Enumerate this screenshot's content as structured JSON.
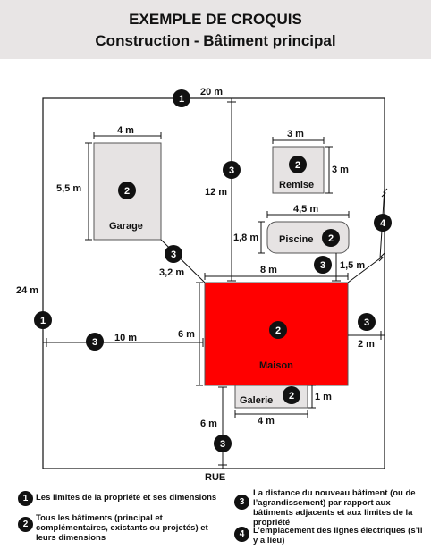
{
  "header": {
    "title": "EXEMPLE DE CROQUIS",
    "subtitle": "Construction - Bâtiment principal"
  },
  "colors": {
    "house": "#ff0000",
    "outbuilding": "#e6e3e3",
    "header_bg": "#e8e5e5"
  },
  "lot": {
    "top_dimension": "20 m",
    "left_dimension": "24 m",
    "street": "RUE"
  },
  "buildings": {
    "garage": {
      "name": "Garage",
      "width": "4 m",
      "depth": "5,5 m"
    },
    "remise": {
      "name": "Remise",
      "width": "3 m",
      "depth": "3 m"
    },
    "piscine": {
      "name": "Piscine",
      "width": "4,5 m",
      "depth": "1,8 m"
    },
    "maison": {
      "name": "Maison",
      "width": "8 m",
      "depth": "6 m"
    },
    "galerie": {
      "name": "Galerie",
      "width": "4 m",
      "depth": "1 m"
    }
  },
  "distances": {
    "house_to_top": "12 m",
    "house_to_garage": "3,2 m",
    "house_to_pool": "1,5 m",
    "house_to_left": "10 m",
    "house_to_right": "2 m",
    "house_to_street": "6 m"
  },
  "markers": [
    "1",
    "2",
    "3",
    "4"
  ],
  "legend": [
    {
      "number": "1",
      "text": "Les limites de la propriété et ses dimensions"
    },
    {
      "number": "2",
      "text": "Tous les bâtiments (principal et complémentaires, existants ou projetés) et leurs dimensions"
    },
    {
      "number": "3",
      "text": "La distance du nouveau bâtiment (ou de l’agrandissement) par rapport aux bâtiments adjacents et aux limites de la propriété"
    },
    {
      "number": "4",
      "text": "L’emplacement des lignes électriques (s’il y a lieu)"
    }
  ]
}
